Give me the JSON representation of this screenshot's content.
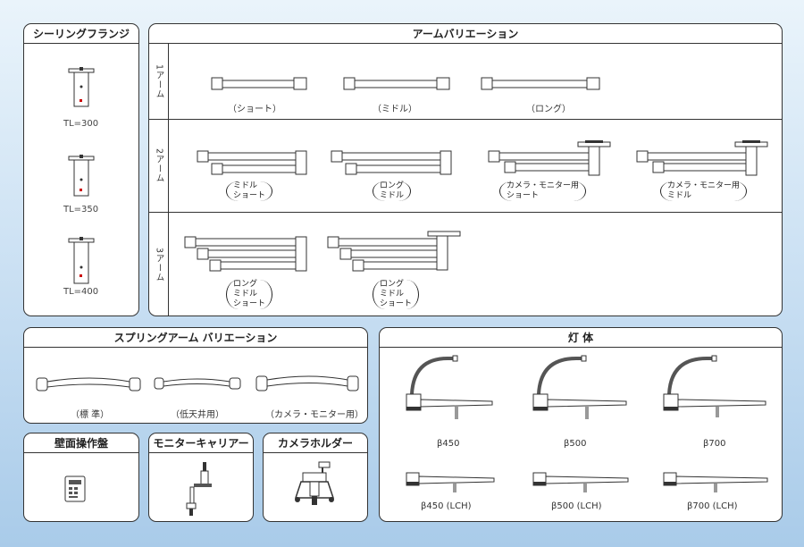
{
  "ceiling_flange": {
    "title": "シーリングフランジ",
    "items": [
      {
        "label": "TL=300"
      },
      {
        "label": "TL=350"
      },
      {
        "label": "TL=400"
      }
    ]
  },
  "arm_variation": {
    "title": "アームバリエーション",
    "rows": [
      {
        "label": "1アーム",
        "items": [
          "（ショート）",
          "（ミドル）",
          "（ロング）"
        ]
      },
      {
        "label": "2アーム",
        "items": [
          [
            "ミドル",
            "ショート"
          ],
          [
            "ロング",
            "ミドル"
          ],
          [
            "カメラ・モニター用",
            "ショート"
          ],
          [
            "カメラ・モニター用",
            "ミドル"
          ]
        ]
      },
      {
        "label": "3アーム",
        "items": [
          [
            "ロング",
            "ミドル",
            "ショート"
          ],
          [
            "ロング",
            "ミドル",
            "ショート"
          ]
        ]
      }
    ]
  },
  "spring_arm": {
    "title": "スプリングアーム バリエーション",
    "items": [
      "（標 準）",
      "（低天井用）",
      "（カメラ・モニター用）"
    ]
  },
  "light_body": {
    "title": "灯 体",
    "items": [
      "β450",
      "β500",
      "β700",
      "β450 (LCH)",
      "β500 (LCH)",
      "β700 (LCH)"
    ]
  },
  "wall_panel": {
    "title": "壁面操作盤"
  },
  "monitor_carrier": {
    "title": "モニターキャリアー"
  },
  "camera_holder": {
    "title": "カメラホルダー"
  }
}
